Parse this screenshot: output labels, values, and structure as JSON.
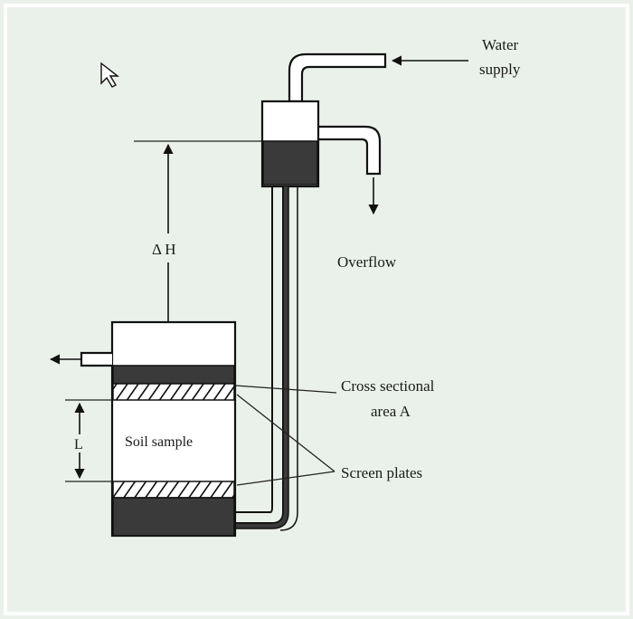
{
  "diagram": {
    "labels": {
      "water_supply_line1": "Water",
      "water_supply_line2": "supply",
      "overflow": "Overflow",
      "delta_h": "Δ H",
      "cross_section_line1": "Cross sectional",
      "cross_section_line2": "area A",
      "soil_sample": "Soil sample",
      "screen_plates": "Screen plates",
      "length": "L"
    },
    "colors": {
      "background": "#eaf1ea",
      "fill_dark": "#3a3a3a",
      "line": "#111111"
    },
    "icons": [
      "cursor-arrow-icon"
    ]
  }
}
